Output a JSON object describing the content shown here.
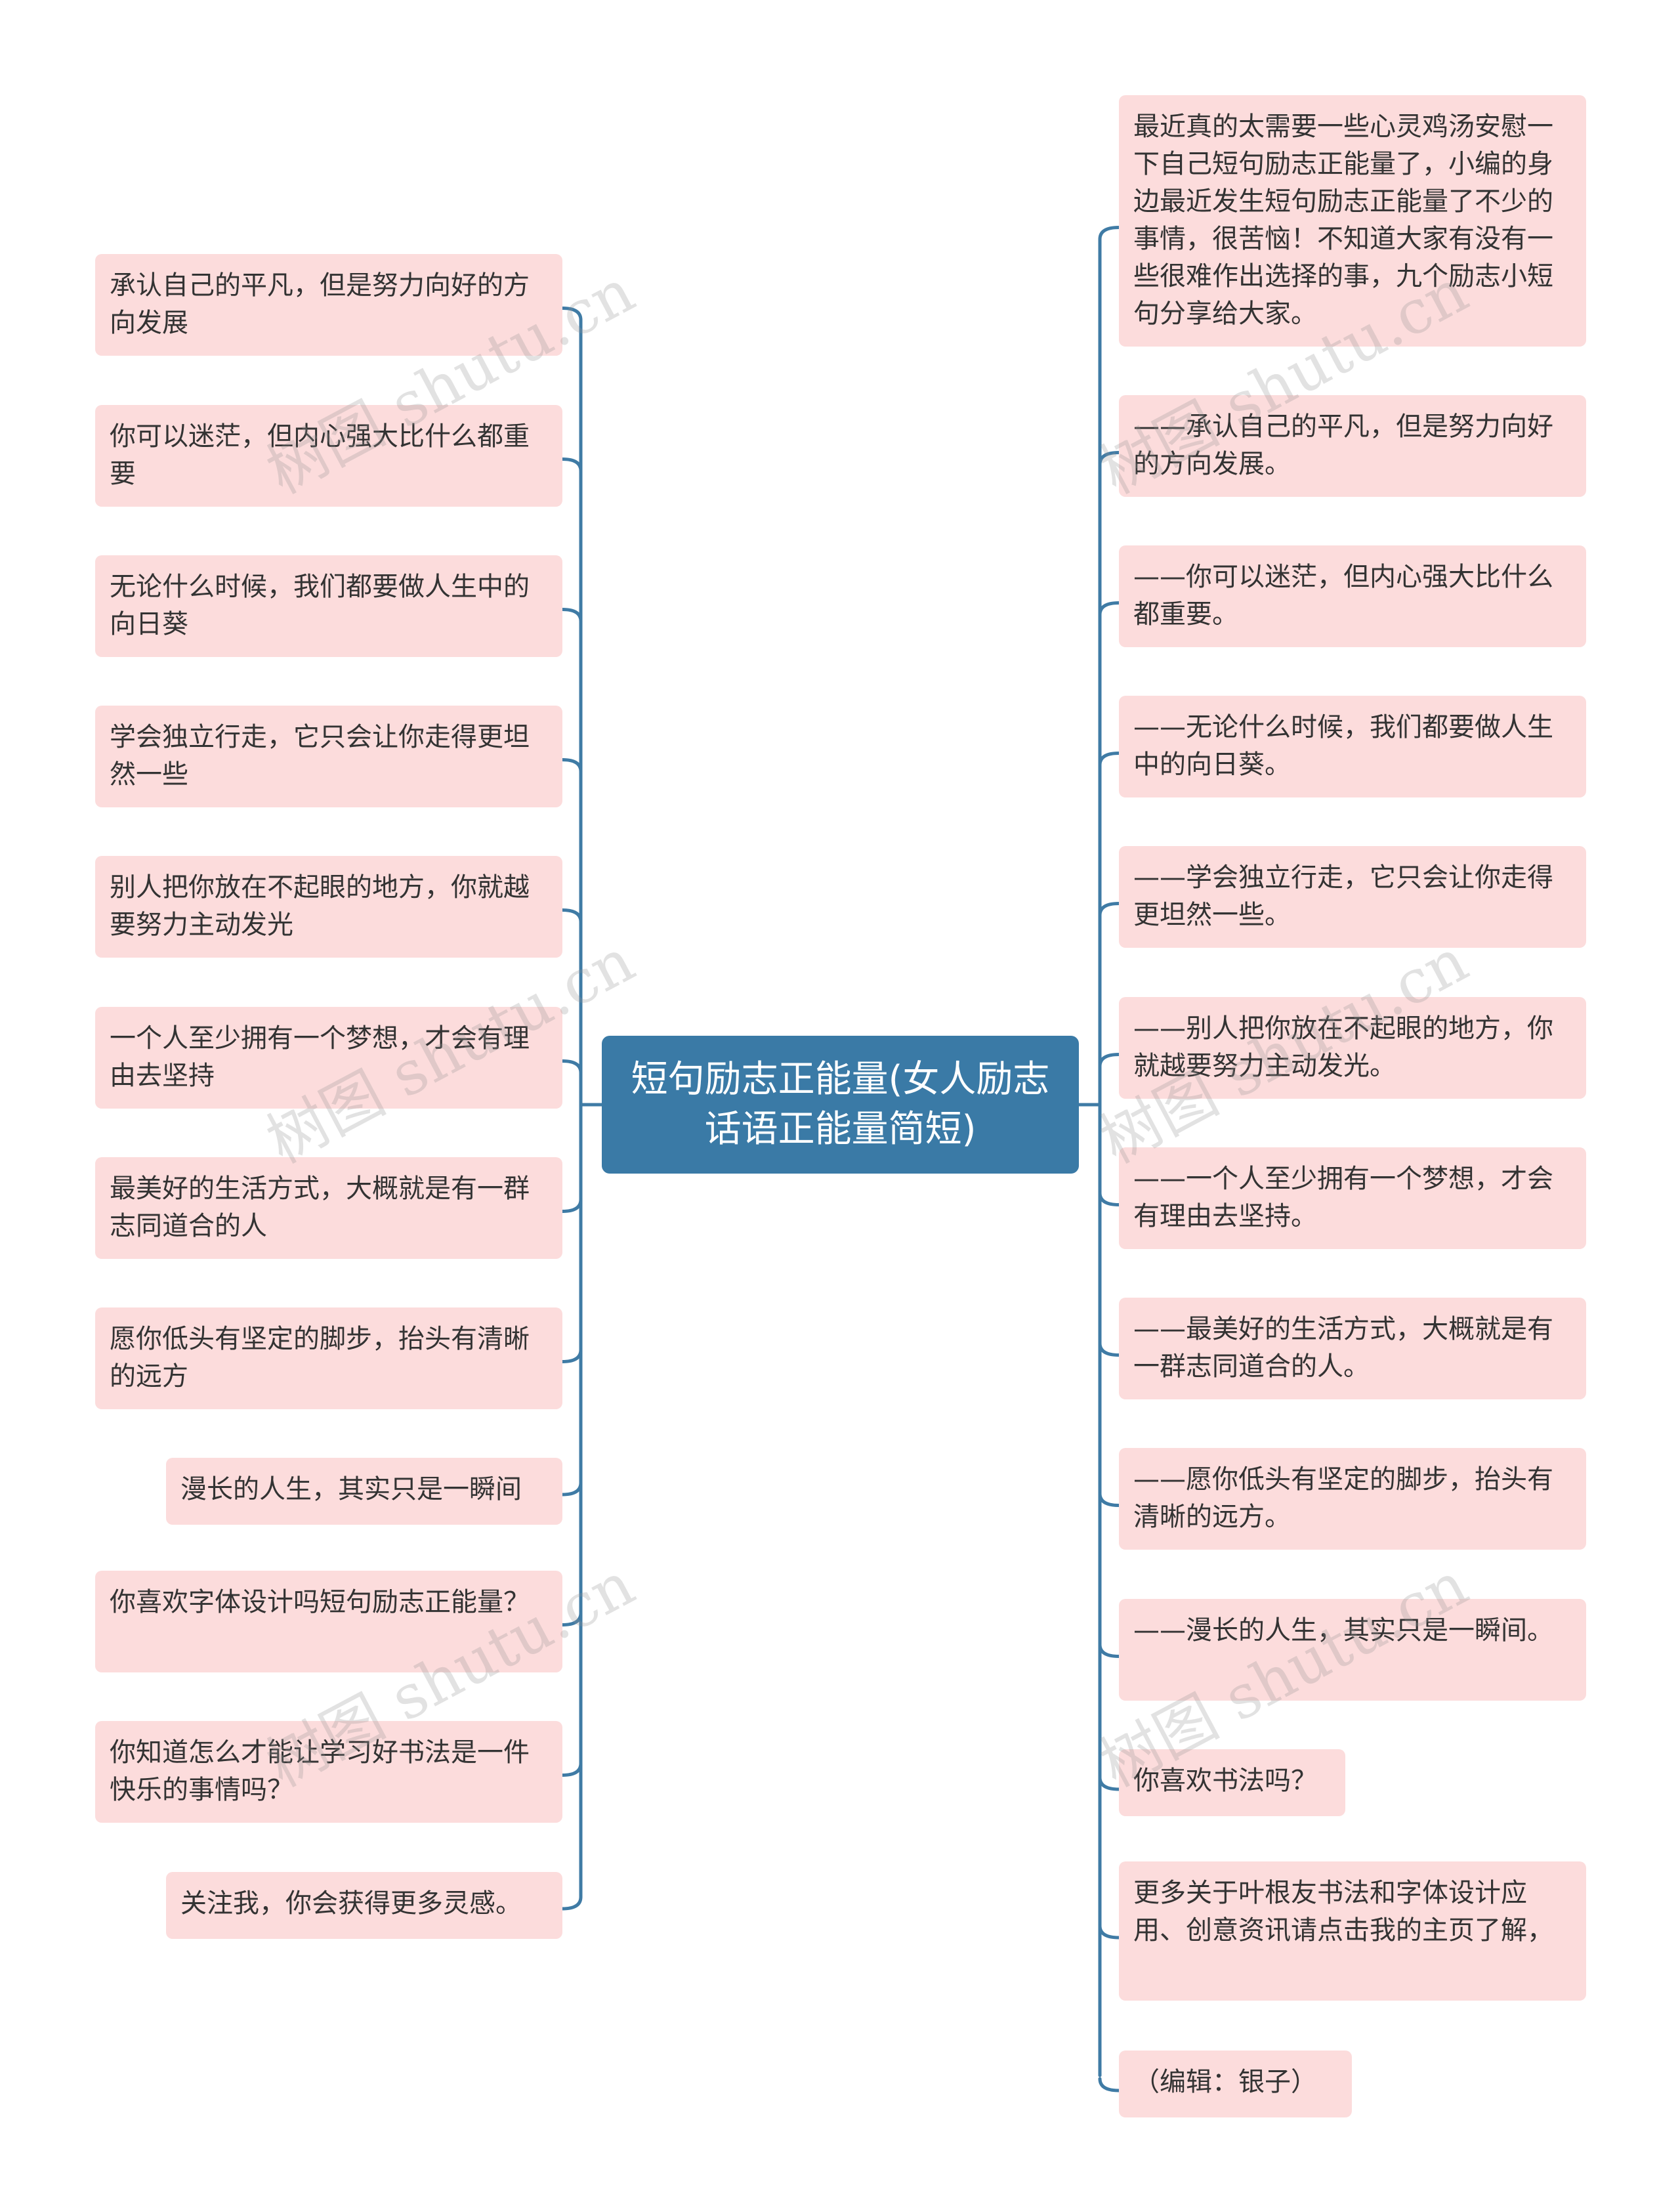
{
  "center": "短句励志正能量(女人励志话语正能量简短)",
  "left": [
    "承认自己的平凡，但是努力向好的方向发展",
    "你可以迷茫，但内心强大比什么都重要",
    "无论什么时候，我们都要做人生中的向日葵",
    "学会独立行走，它只会让你走得更坦然一些",
    "别人把你放在不起眼的地方，你就越要努力主动发光",
    "一个人至少拥有一个梦想，才会有理由去坚持",
    "最美好的生活方式，大概就是有一群志同道合的人",
    "愿你低头有坚定的脚步，抬头有清晰的远方",
    "漫长的人生，其实只是一瞬间",
    "你喜欢字体设计吗短句励志正能量？",
    "你知道怎么才能让学习好书法是一件快乐的事情吗？",
    "关注我，你会获得更多灵感。"
  ],
  "right": [
    "最近真的太需要一些心灵鸡汤安慰一下自己短句励志正能量了，小编的身边最近发生短句励志正能量了不少的事情，很苦恼！不知道大家有没有一些很难作出选择的事，九个励志小短句分享给大家。",
    "——承认自己的平凡，但是努力向好的方向发展。",
    "——你可以迷茫，但内心强大比什么都重要。",
    "——无论什么时候，我们都要做人生中的向日葵。",
    "——学会独立行走，它只会让你走得更坦然一些。",
    "——别人把你放在不起眼的地方，你就越要努力主动发光。",
    "——一个人至少拥有一个梦想，才会有理由去坚持。",
    "——最美好的生活方式，大概就是有一群志同道合的人。",
    "——愿你低头有坚定的脚步，抬头有清晰的远方。",
    "——漫长的人生，其实只是一瞬间。",
    "你喜欢书法吗？",
    "更多关于叶根友书法和字体设计应用、创意资讯请点击我的主页了解，",
    "（编辑：银子）"
  ],
  "watermark": "树图 shutu.cn",
  "colors": {
    "line": "#3f7ba5",
    "node_bg": "#fcdcdc",
    "center_bg": "#3a7aa6"
  }
}
